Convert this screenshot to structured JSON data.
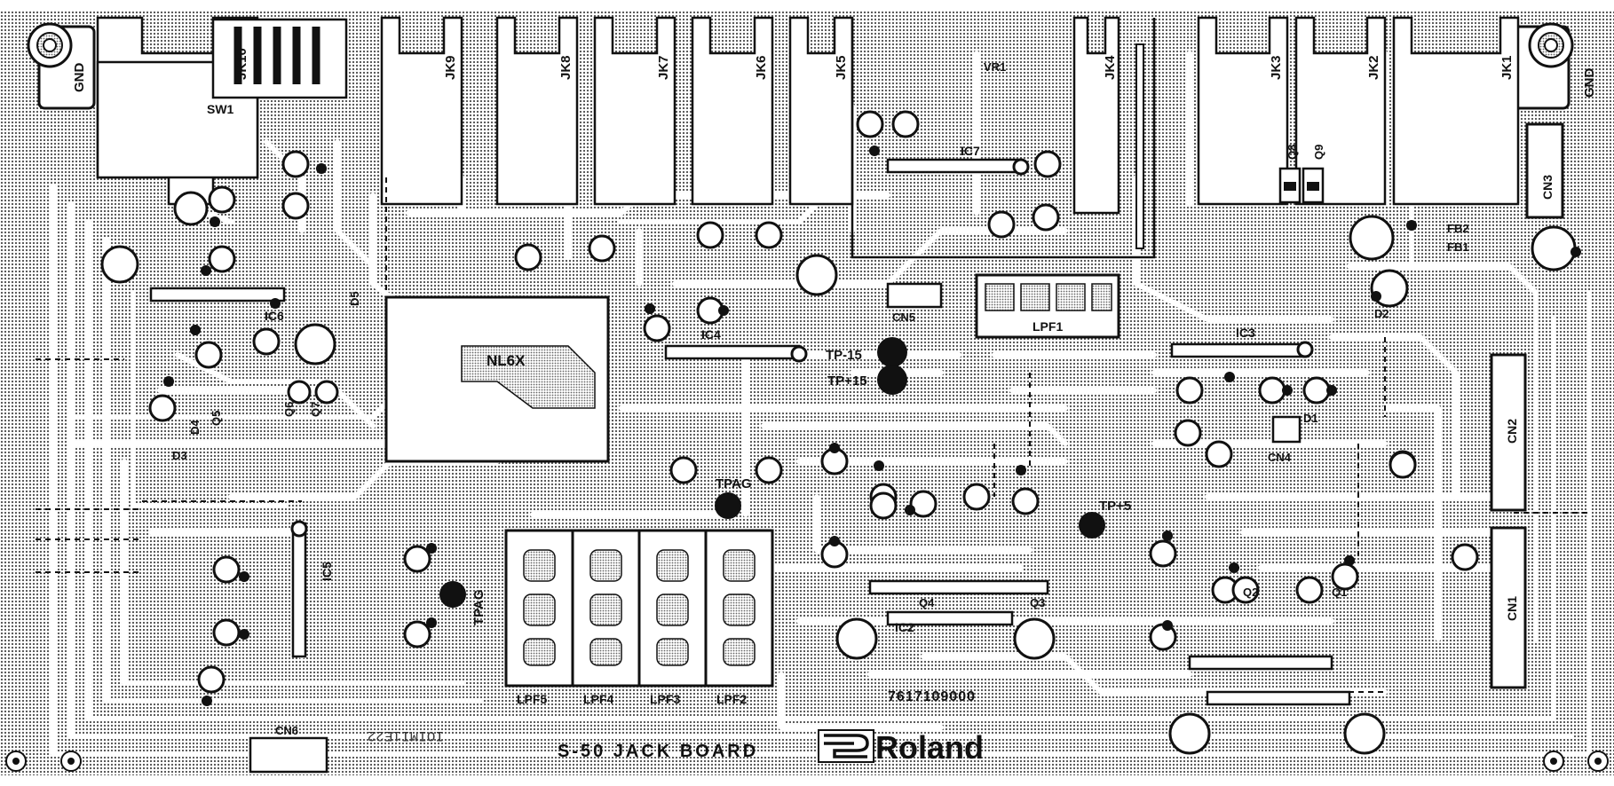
{
  "board": {
    "footer": {
      "title": "S-50  JACK  BOARD",
      "part_number": "7617109000",
      "brand": "Roland",
      "mirror_text": "IOIMI1E22"
    },
    "ground_labels": [
      "GND",
      "GND"
    ],
    "jacks": [
      "JK10",
      "JK9",
      "JK8",
      "JK7",
      "JK6",
      "JK5",
      "JK4",
      "JK3",
      "JK2",
      "JK1"
    ],
    "switch": "SW1",
    "connectors": [
      "CN1",
      "CN2",
      "CN3",
      "CN4",
      "CN5",
      "CN6"
    ],
    "ics": [
      "IC2",
      "IC3",
      "IC4",
      "IC5",
      "IC6",
      "IC7"
    ],
    "modules": {
      "nl6x": "NL6X",
      "lpf1": "LPF1",
      "lpf_blocks": [
        "LPF5",
        "LPF4",
        "LPF3",
        "LPF2"
      ]
    },
    "test_points": [
      "TP-15",
      "TP+15",
      "TP+5",
      "TPAG",
      "TPAG"
    ],
    "misc": [
      "VR1",
      "FB1",
      "FB2",
      "D1",
      "D2",
      "D3",
      "D4",
      "D5",
      "Q1",
      "Q2",
      "Q3",
      "Q4",
      "Q5",
      "Q6",
      "Q7",
      "Q8",
      "Q9"
    ]
  }
}
